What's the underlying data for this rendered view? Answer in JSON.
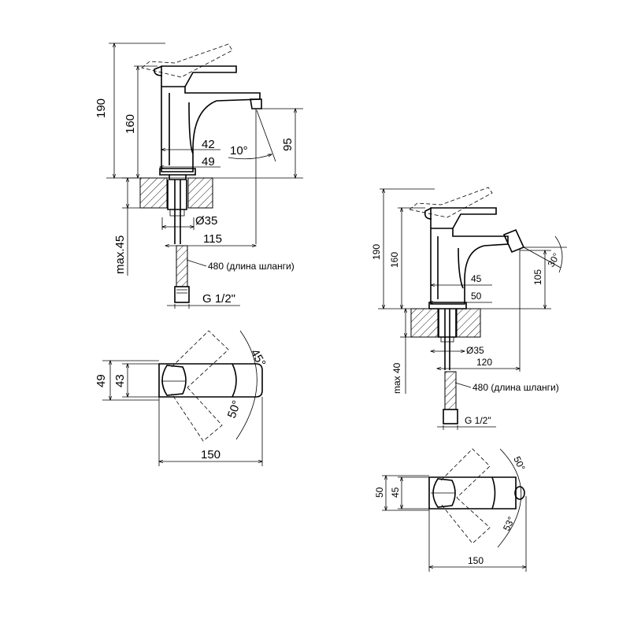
{
  "left": {
    "front": {
      "height_total": "190",
      "height_body": "160",
      "spout_height": "95",
      "base_42": "42",
      "base_49": "49",
      "angle": "10°",
      "hole_diameter": "Ø35",
      "reach": "115",
      "max_thickness": "max.45",
      "hose_length": "480 (длина шланги)",
      "thread": "G 1/2\""
    },
    "top": {
      "width_49": "49",
      "width_43": "43",
      "angle_45": "45°",
      "angle_50": "50°",
      "length": "150"
    }
  },
  "right": {
    "front": {
      "height_total": "190",
      "height_body": "160",
      "spout_height": "105",
      "base_45": "45",
      "base_50": "50",
      "angle": "30°",
      "hole_diameter": "Ø35",
      "reach": "120",
      "max_thickness": "max 40",
      "hose_length": "480 (длина шланги)",
      "thread": "G 1/2\""
    },
    "top": {
      "width_50": "50",
      "width_45": "45",
      "angle_50": "50°",
      "angle_53": "53°",
      "length": "150"
    }
  }
}
